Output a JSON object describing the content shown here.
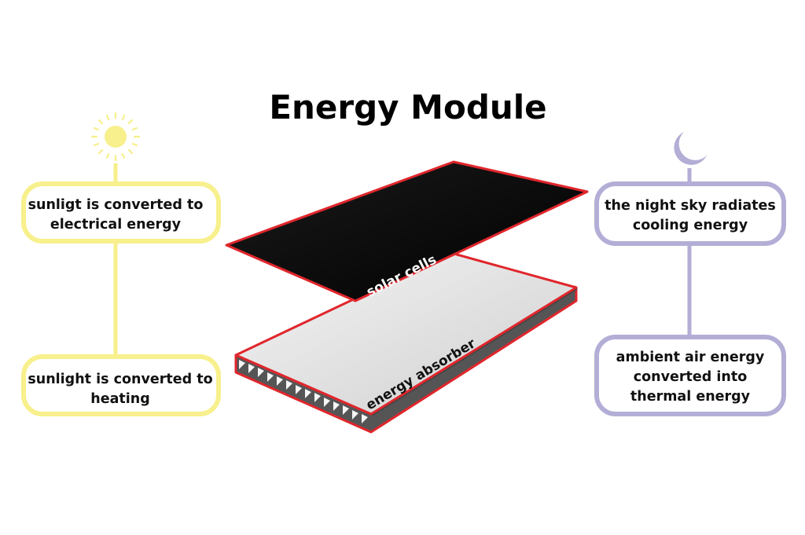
{
  "title": "Energy Module",
  "colors": {
    "sun_accent": "#f7f08c",
    "sun_line": "#f6ef8a",
    "moon_accent": "#b3aed6",
    "panel_outline": "#e0262c",
    "solar_cell_fill": "#000000",
    "absorber_fill": "#e6e6e6"
  },
  "icons": {
    "left": "sun-icon",
    "right": "crescent-moon-icon"
  },
  "layers": {
    "top": "solar cells",
    "bottom": "energy absorber"
  },
  "left_boxes": {
    "top": {
      "line1": "sunligt is converted to",
      "line2": "electrical energy"
    },
    "bottom": {
      "line1": "sunlight is converted to",
      "line2": "heating"
    }
  },
  "right_boxes": {
    "top": {
      "line1": "the night sky radiates",
      "line2": "cooling energy"
    },
    "bottom": {
      "line1": "ambient air energy",
      "line2": "converted into",
      "line3": "thermal energy"
    }
  }
}
